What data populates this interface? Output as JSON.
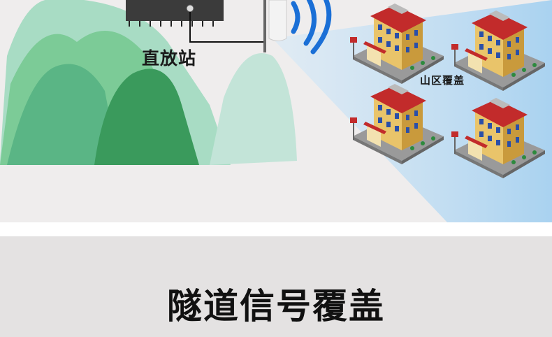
{
  "scene": {
    "repeater_label": "直放站",
    "coverage_label": "山区覆盖",
    "colors": {
      "beam": "#bcdcf3",
      "signal": "#1a6fd6",
      "mountain_dark": "#3a9a5c",
      "mountain_light": "#bfe3d6"
    }
  },
  "section": {
    "title": "隧道信号覆盖"
  }
}
